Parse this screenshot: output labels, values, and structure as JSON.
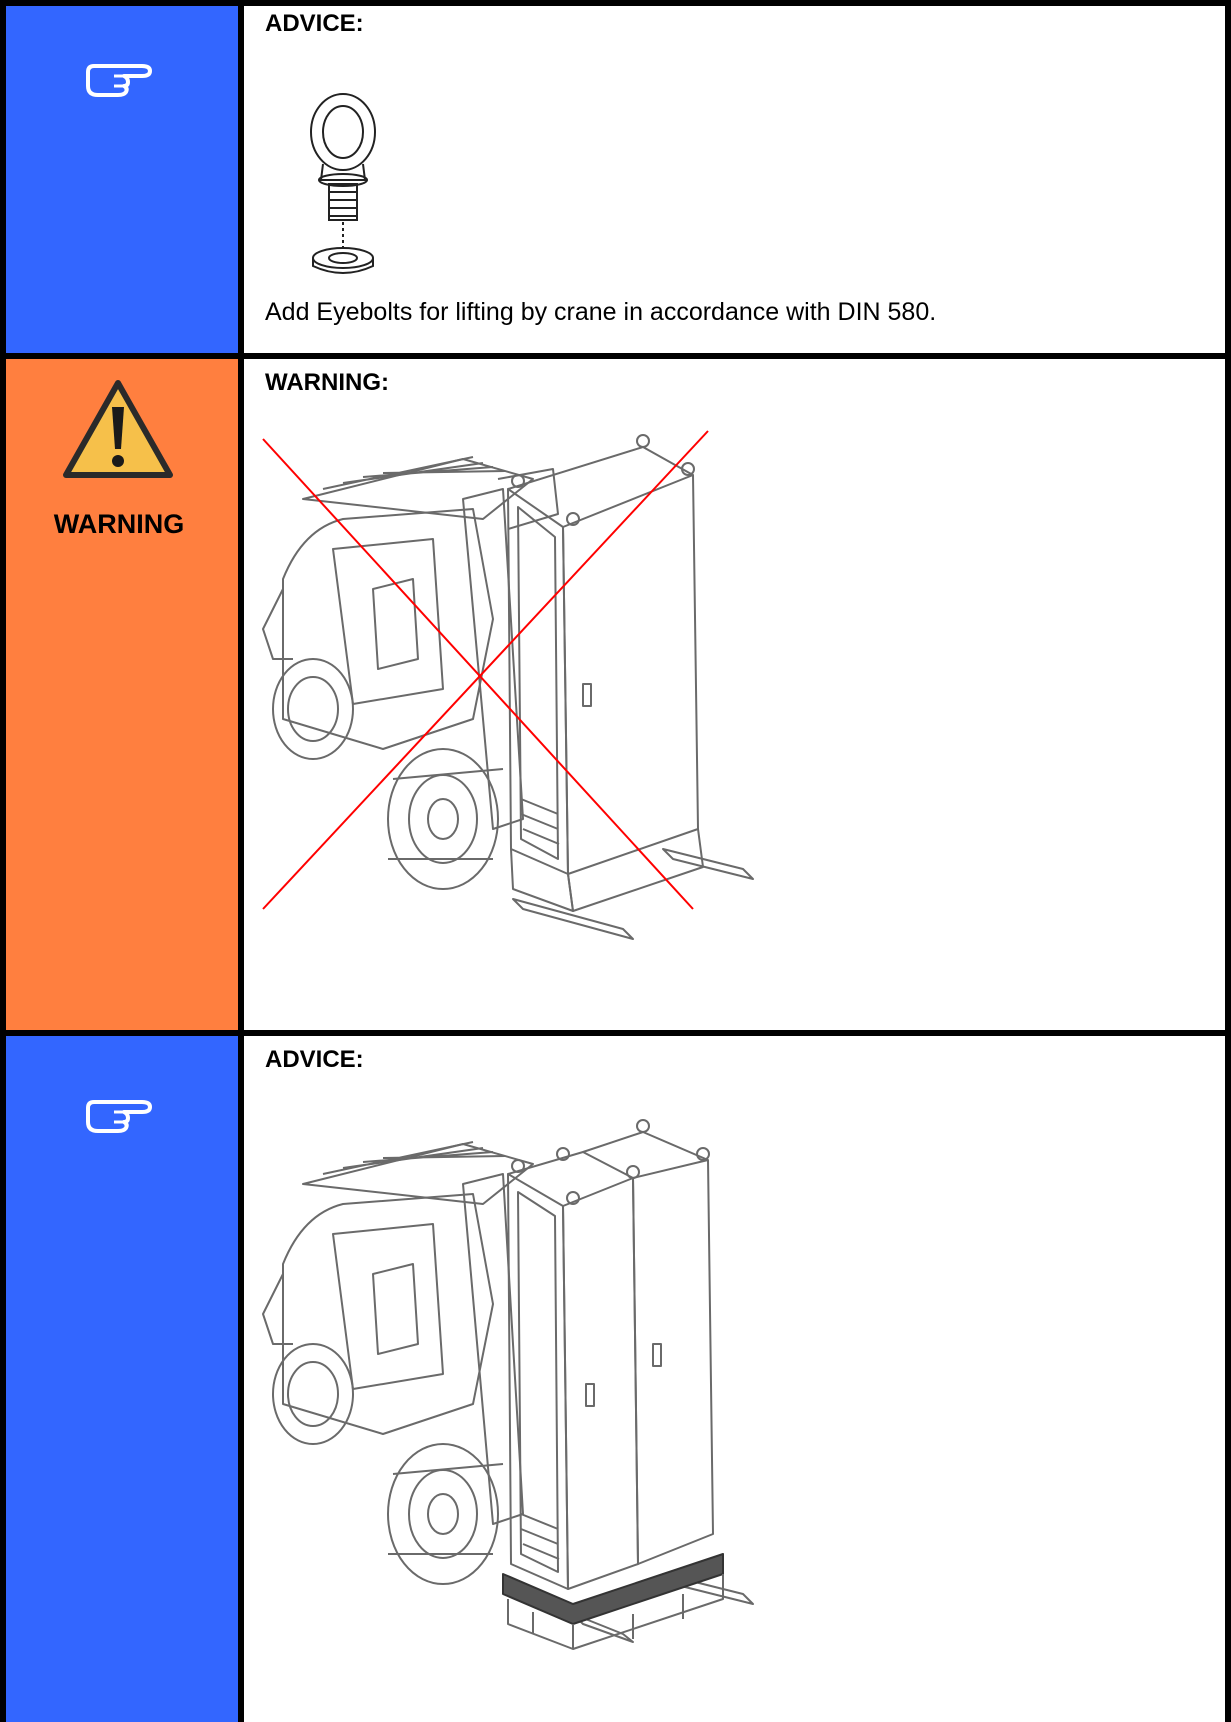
{
  "sections": [
    {
      "kind": "advice",
      "heading": "ADVICE:",
      "icon": "pointing-hand-icon",
      "caption": "Add Eyebolts for lifting by crane in accordance with DIN 580."
    },
    {
      "kind": "warning",
      "heading": "WARNING:",
      "icon": "warning-triangle-icon",
      "side_label": "WARNING"
    },
    {
      "kind": "advice",
      "heading": "ADVICE:",
      "icon": "pointing-hand-icon"
    }
  ],
  "colors": {
    "advice": "#3366ff",
    "warning": "#ff7f3f",
    "cross": "#ff0000"
  }
}
